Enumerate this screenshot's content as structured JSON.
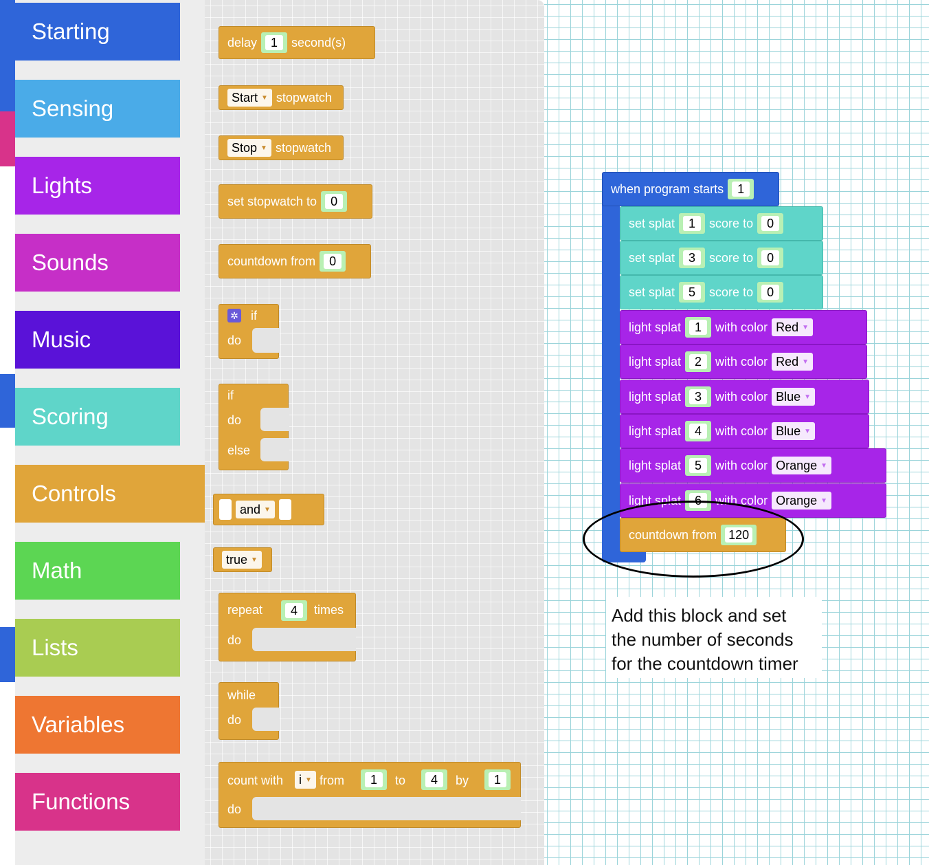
{
  "sidebar": {
    "categories": [
      {
        "label": "Starting",
        "color": "#2f65d9"
      },
      {
        "label": "Sensing",
        "color": "#4aabe8"
      },
      {
        "label": "Lights",
        "color": "#a725e8"
      },
      {
        "label": "Sounds",
        "color": "#c62fc7"
      },
      {
        "label": "Music",
        "color": "#5a12d8"
      },
      {
        "label": "Scoring",
        "color": "#5fd5c9"
      },
      {
        "label": "Controls",
        "color": "#e0a53a"
      },
      {
        "label": "Math",
        "color": "#5cd653"
      },
      {
        "label": "Lists",
        "color": "#a9cc52"
      },
      {
        "label": "Variables",
        "color": "#ee7632"
      },
      {
        "label": "Functions",
        "color": "#d8338a"
      }
    ],
    "selected": "Controls"
  },
  "flyout": {
    "delay": {
      "prefix": "delay",
      "value": "1",
      "suffix": "second(s)"
    },
    "start_stopwatch": {
      "option": "Start",
      "suffix": "stopwatch"
    },
    "stop_stopwatch": {
      "option": "Stop",
      "suffix": "stopwatch"
    },
    "set_stopwatch": {
      "prefix": "set stopwatch to",
      "value": "0"
    },
    "countdown": {
      "prefix": "countdown from",
      "value": "0"
    },
    "if_block": {
      "if": "if",
      "do": "do"
    },
    "if_else_block": {
      "if": "if",
      "do": "do",
      "else": "else"
    },
    "and_block": {
      "option": "and"
    },
    "true_block": {
      "option": "true"
    },
    "repeat_block": {
      "prefix": "repeat",
      "value": "4",
      "suffix": "times",
      "do": "do"
    },
    "while_block": {
      "while": "while",
      "do": "do"
    },
    "count_block": {
      "prefix": "count with",
      "var": "i",
      "from_label": "from",
      "from": "1",
      "to_label": "to",
      "to": "4",
      "by_label": "by",
      "by": "1",
      "do": "do"
    }
  },
  "workspace": {
    "program": {
      "label": "when program starts",
      "value": "1"
    },
    "score_rows": [
      {
        "prefix": "set splat",
        "splat": "1",
        "mid": "score to",
        "value": "0"
      },
      {
        "prefix": "set splat",
        "splat": "3",
        "mid": "score to",
        "value": "0"
      },
      {
        "prefix": "set splat",
        "splat": "5",
        "mid": "score to",
        "value": "0"
      }
    ],
    "light_rows": [
      {
        "prefix": "light splat",
        "splat": "1",
        "mid": "with color",
        "color": "Red"
      },
      {
        "prefix": "light splat",
        "splat": "2",
        "mid": "with color",
        "color": "Red"
      },
      {
        "prefix": "light splat",
        "splat": "3",
        "mid": "with color",
        "color": "Blue"
      },
      {
        "prefix": "light splat",
        "splat": "4",
        "mid": "with color",
        "color": "Blue"
      },
      {
        "prefix": "light splat",
        "splat": "5",
        "mid": "with color",
        "color": "Orange"
      },
      {
        "prefix": "light splat",
        "splat": "6",
        "mid": "with color",
        "color": "Orange"
      }
    ],
    "countdown": {
      "prefix": "countdown from",
      "value": "120"
    }
  },
  "annotation": {
    "line1": "Add this block and set",
    "line2": "the number of seconds",
    "line3": "for the countdown timer"
  }
}
